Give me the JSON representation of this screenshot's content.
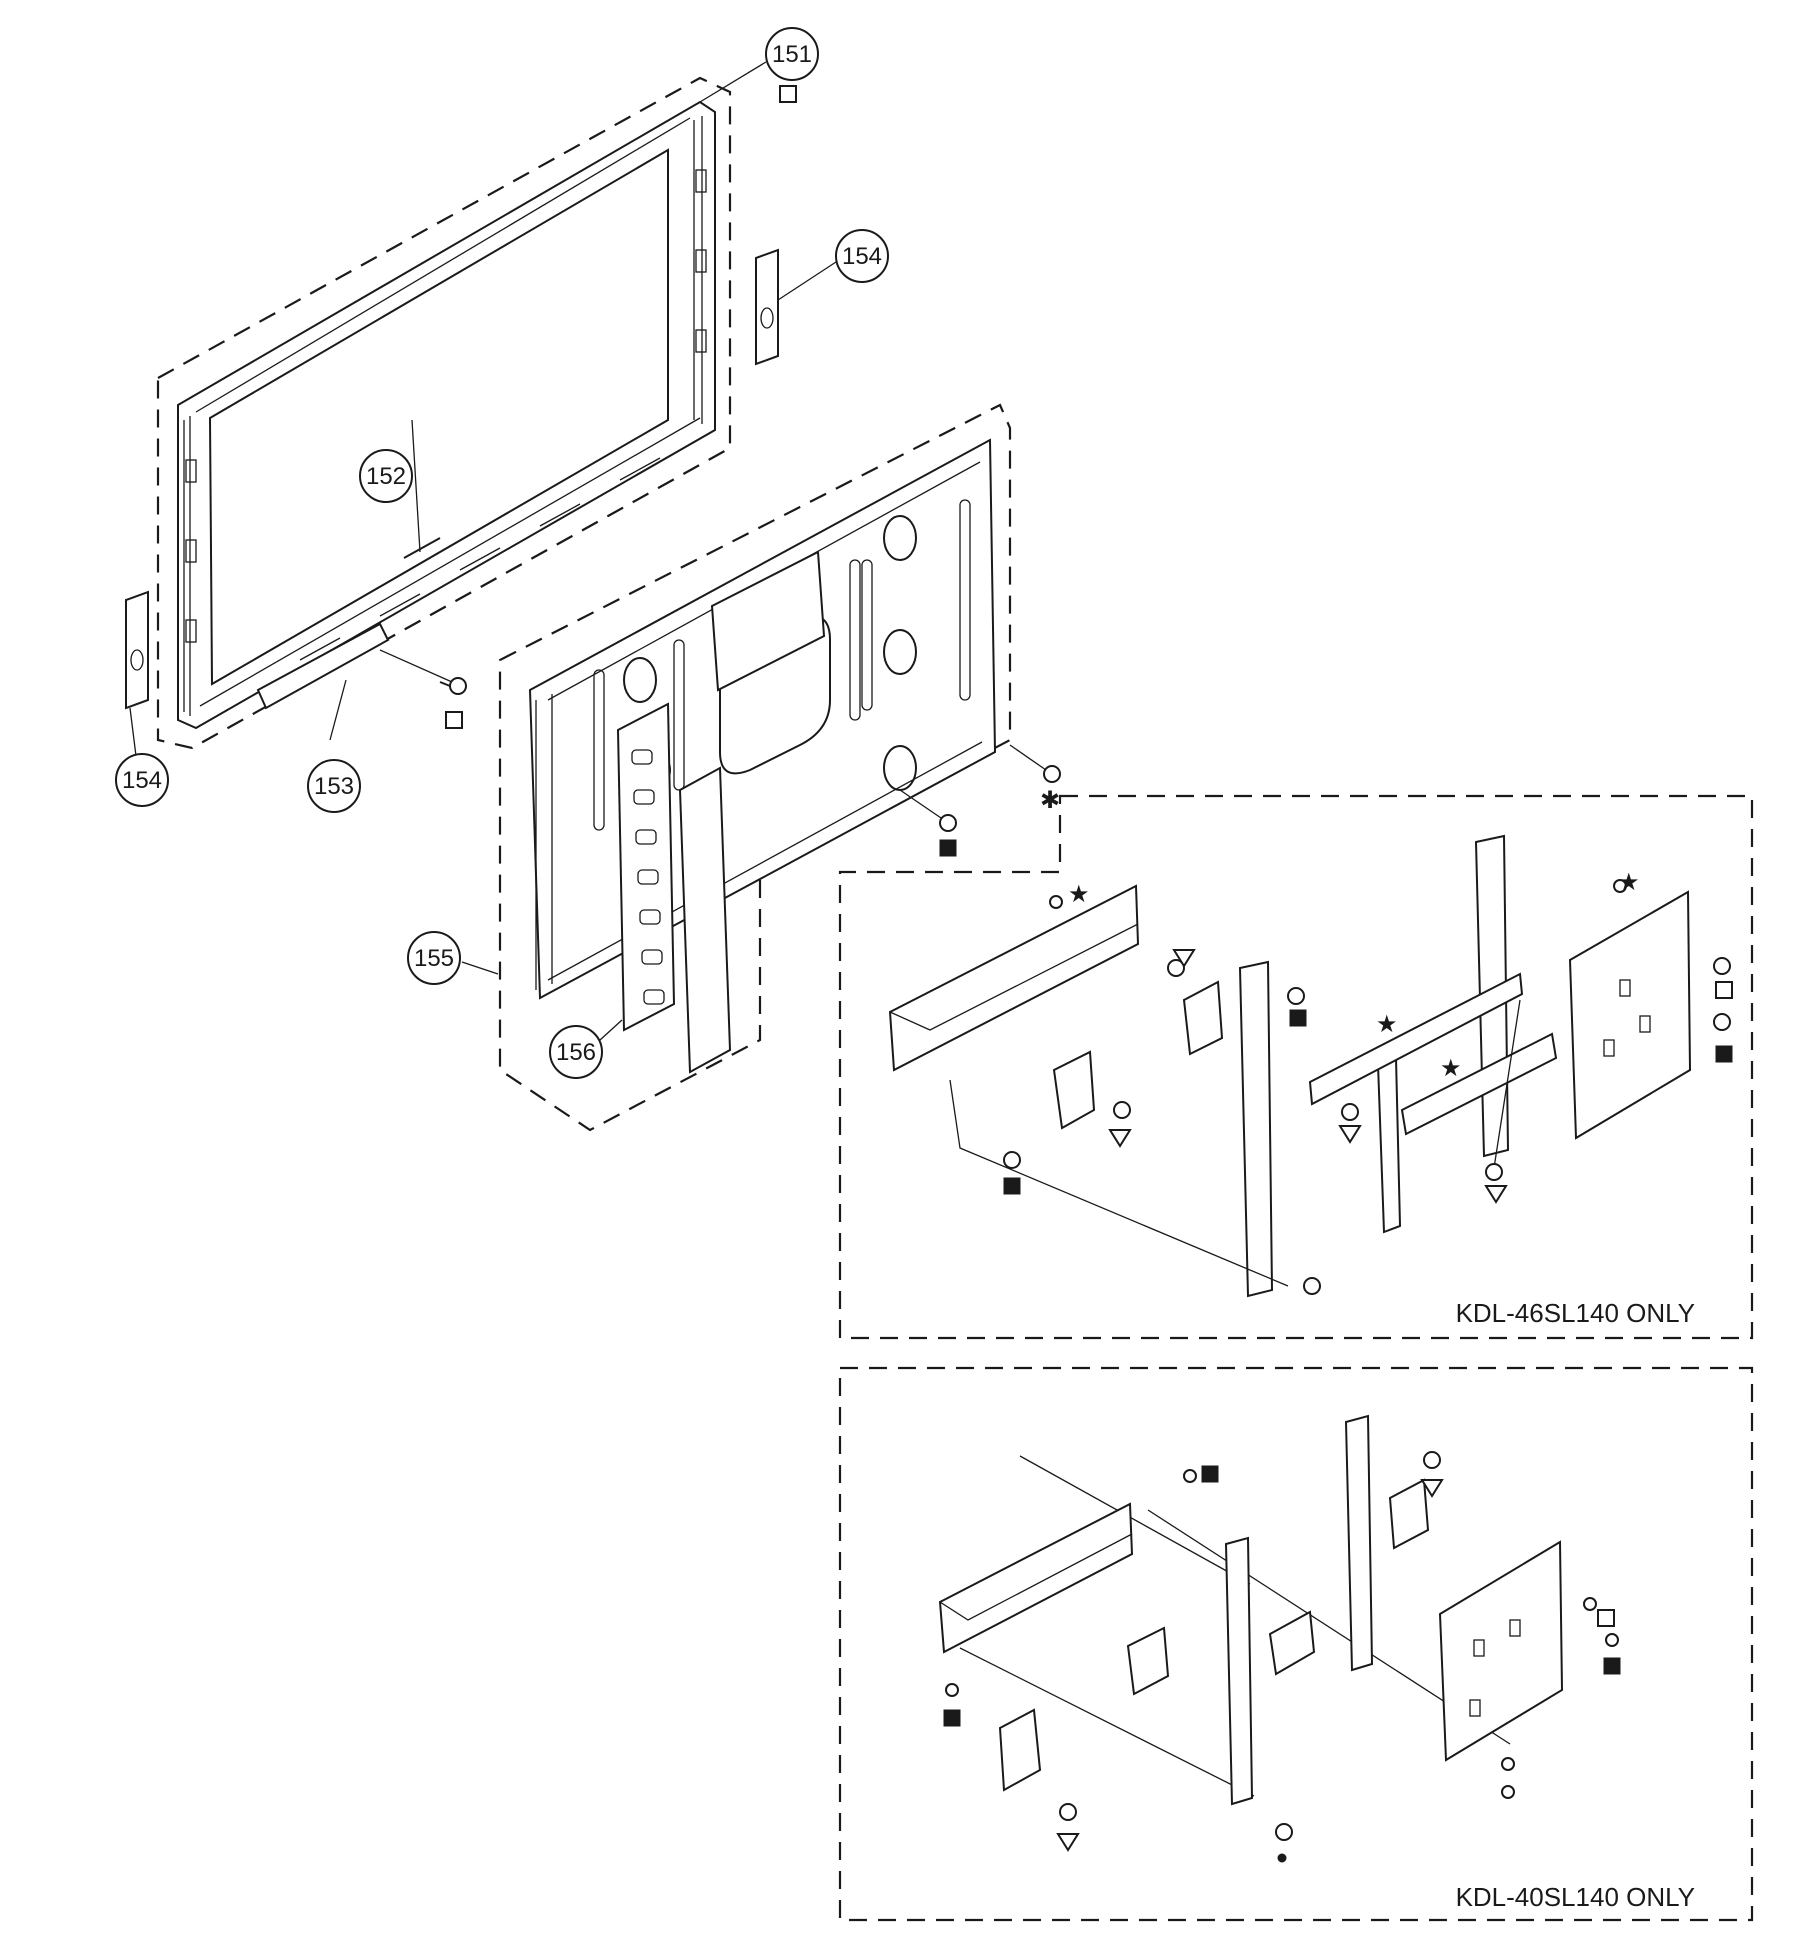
{
  "callouts": [
    {
      "id": "c151",
      "label": "151"
    },
    {
      "id": "c152",
      "label": "152"
    },
    {
      "id": "c153",
      "label": "153"
    },
    {
      "id": "c154a",
      "label": "154"
    },
    {
      "id": "c154b",
      "label": "154"
    },
    {
      "id": "c155",
      "label": "155"
    },
    {
      "id": "c156",
      "label": "156"
    }
  ],
  "captions": {
    "kdl46": "KDL-46SL140 ONLY",
    "kdl40": "KDL-40SL140 ONLY"
  },
  "screw_symbols": [
    "square-outline",
    "square-filled",
    "triangle-outline",
    "star",
    "asterisk",
    "circle-outline",
    "dot"
  ],
  "colors": {
    "ink": "#1a1a1a",
    "paper": "#ffffff"
  }
}
